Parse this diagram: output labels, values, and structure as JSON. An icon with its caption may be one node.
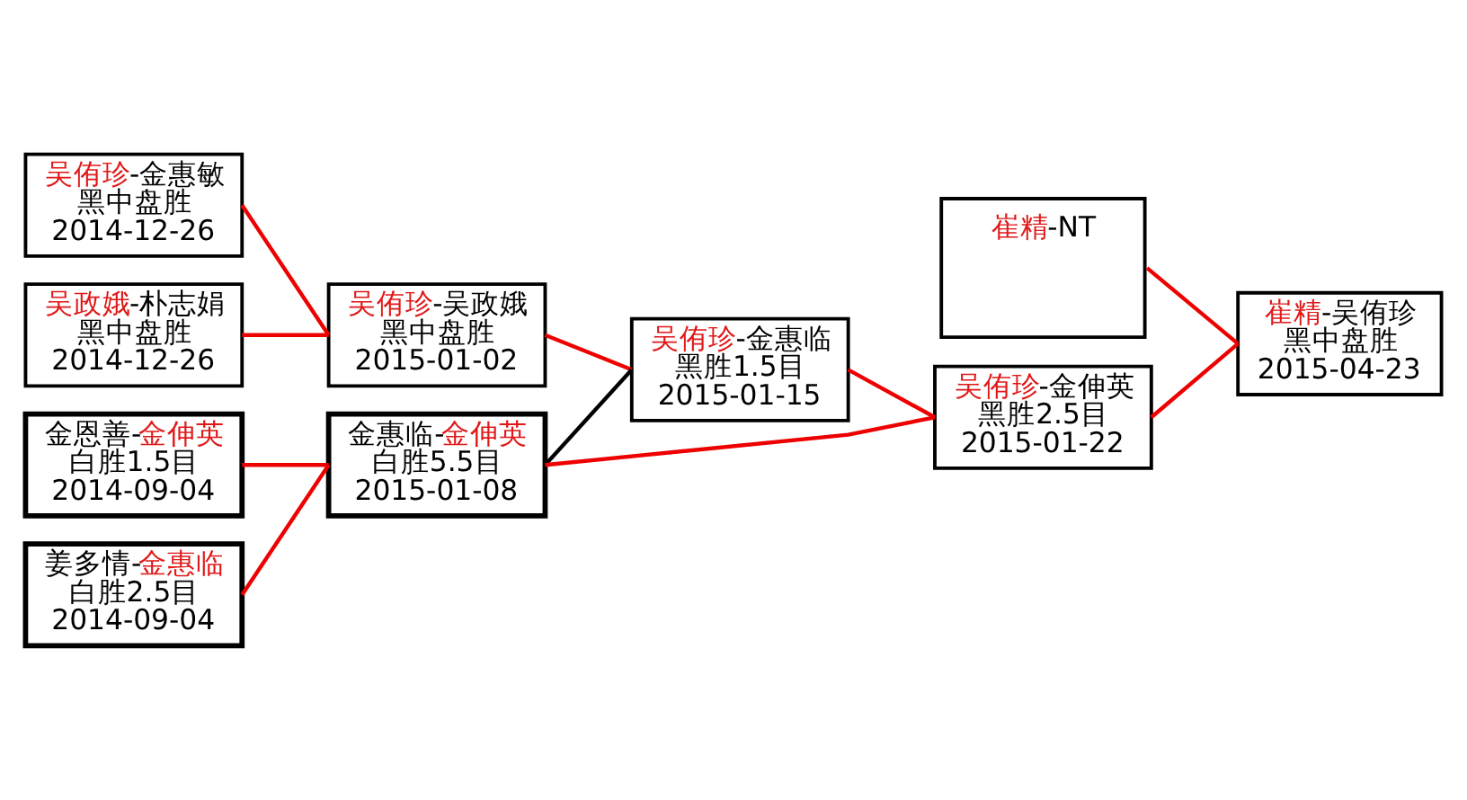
{
  "diagram": {
    "nodes": [
      {
        "text": [
          "吴侑珍-金惠敏",
          "黑中盘胜",
          "2014-12-26"
        ]
      },
      {
        "text": [
          "吴政娥-朴志娟",
          "黑中盘胜",
          "2014-12-26"
        ]
      },
      {
        "text": [
          "金恩善-金伸英",
          "白胜1.5目",
          "2014-09-04"
        ]
      },
      {
        "text": [
          "姜多情-金惠临",
          "白胜2.5目",
          "2014-09-04"
        ]
      },
      {
        "text": [
          "吴侑珍-吴政娥",
          "黑中盘胜",
          "2015-01-02"
        ]
      },
      {
        "text": [
          "金惠临-金伸英",
          "白胜5.5目",
          "2015-01-08"
        ]
      },
      {
        "text": [
          "吴侑珍-金惠临",
          "黑胜1.5目",
          "2015-01-15"
        ]
      },
      {
        "text": [
          "崔精-NT"
        ]
      },
      {
        "text": [
          "吴侑珍-金伸英",
          "黑胜2.5目",
          "2015-01-22"
        ]
      },
      {
        "text": [
          "崔精-吴侑珍",
          "黑中盘胜",
          "2015-04-23"
        ]
      }
    ],
    "edges": [
      {
        "from": 0,
        "to": 4,
        "arrow": "none"
      },
      {
        "from": 1,
        "to": 4,
        "arrow": "none"
      },
      {
        "from": 2,
        "to": 5,
        "arrow": "none"
      },
      {
        "from": 3,
        "to": 5,
        "arrow": "none"
      },
      {
        "from": 4,
        "to": 6,
        "arrow": "none"
      },
      {
        "from": 5,
        "to": 6,
        "arrow": "none",
        "color": "#000000"
      },
      {
        "from": 5,
        "to": 8,
        "arrow": "none"
      },
      {
        "from": 6,
        "to": 8,
        "arrow": "none"
      },
      {
        "from": 8,
        "to": 9,
        "arrow": "none"
      },
      {
        "from": 7,
        "to": 9,
        "arrow": "none"
      }
    ]
  }
}
